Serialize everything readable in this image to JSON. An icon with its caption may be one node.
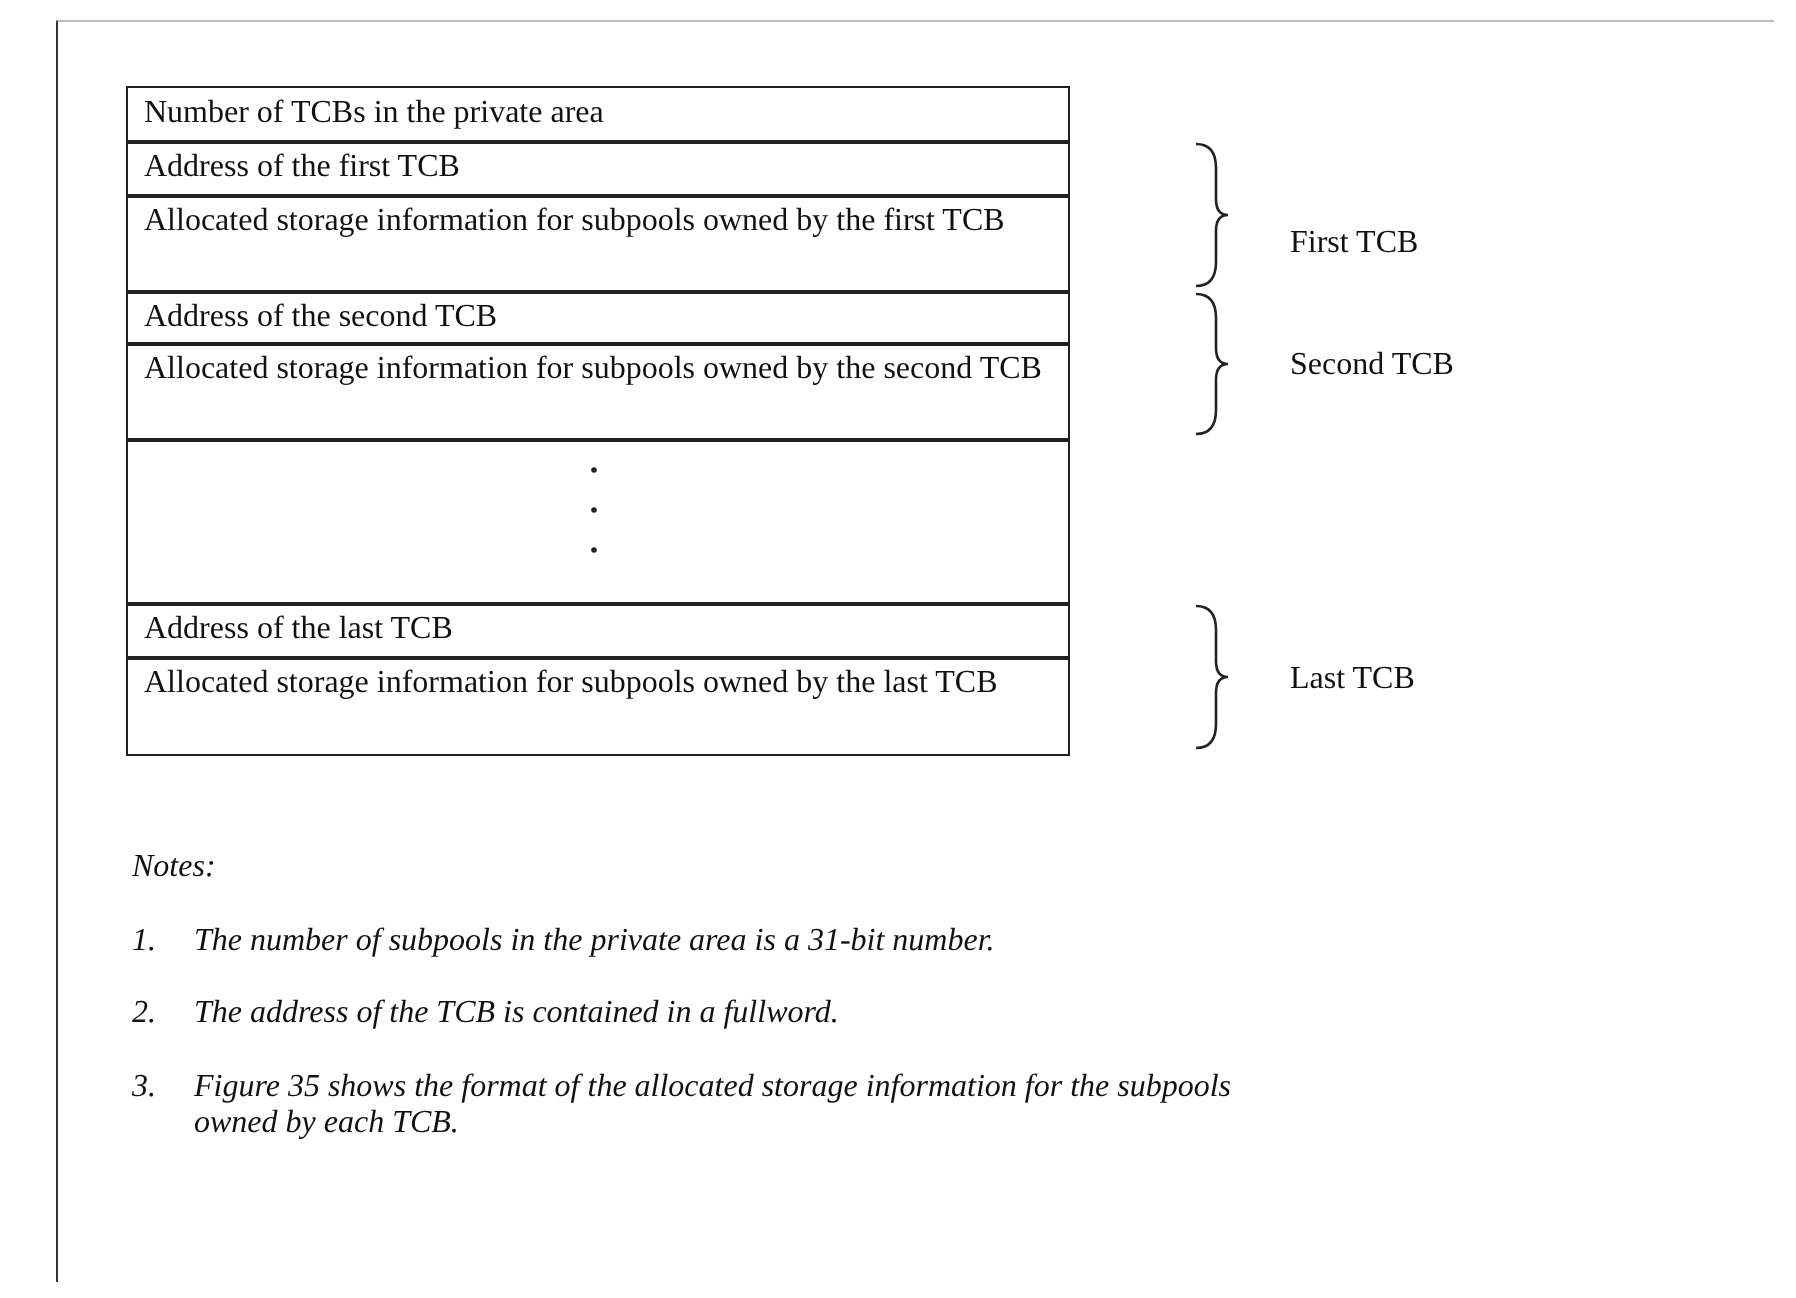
{
  "diagram": {
    "nodes": [
      {
        "text": [
          "Number of TCBs in the private area"
        ]
      },
      {
        "text": [
          "Address of the first TCB"
        ]
      },
      {
        "text": [
          "Allocated storage information for subpools owned by the first TCB"
        ]
      },
      {
        "text": [
          "Address of the second TCB"
        ]
      },
      {
        "text": [
          "Allocated storage information for subpools owned by the second TCB"
        ]
      },
      {
        "text": [],
        "shape": "box"
      },
      {
        "text": [
          "Address of the last TCB"
        ]
      },
      {
        "text": [
          "Allocated storage information for subpools owned by the last TCB"
        ]
      }
    ],
    "edges": [],
    "labels": [
      "First TCB",
      "Second TCB",
      "Last TCB",
      "Notes:",
      "1.",
      "The number of subpools in the private area is a 31-bit number.",
      "2.",
      "The address of the TCB is contained in a fullword.",
      "3.",
      "Figure 35 shows the format of the allocated storage information for the subpools owned by each TCB."
    ]
  }
}
